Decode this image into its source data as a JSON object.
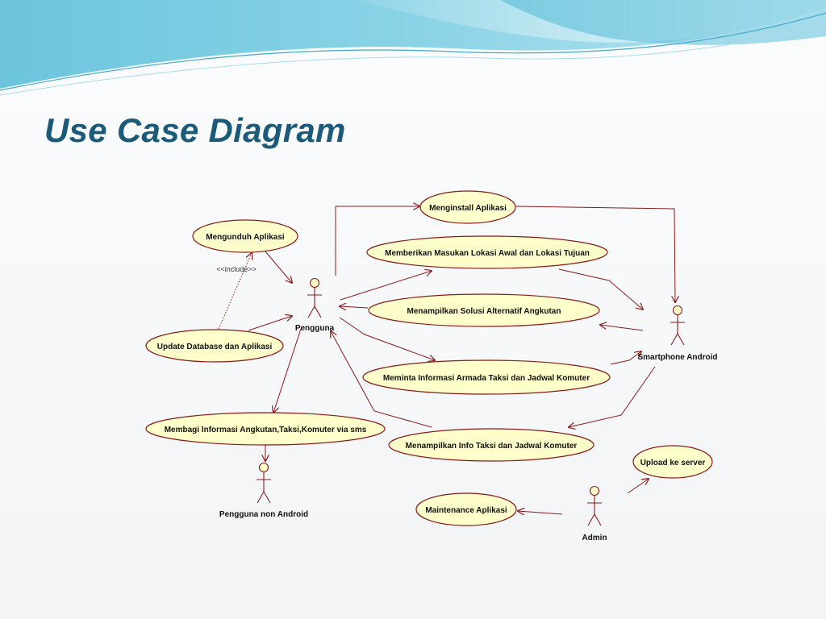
{
  "slide": {
    "title": "Use Case Diagram"
  },
  "diagram": {
    "colors": {
      "ellipse_fill": "#ffffcc",
      "stroke": "#8b1a1a",
      "title": "#1b5a78"
    },
    "actors": {
      "pengguna": "Pengguna",
      "smartphone_android": "Smartphone Android",
      "pengguna_non_android": "Pengguna non Android",
      "admin": "Admin"
    },
    "use_cases": {
      "menginstall_aplikasi": "Menginstall Aplikasi",
      "mengunduh_aplikasi": "Mengunduh Aplikasi",
      "memberikan_masukan": "Memberikan Masukan Lokasi Awal dan Lokasi Tujuan",
      "menampilkan_solusi": "Menampilkan Solusi Alternatif Angkutan",
      "update_database": "Update Database dan Aplikasi",
      "meminta_informasi": "Meminta Informasi Armada Taksi dan Jadwal Komuter",
      "membagi_informasi": "Membagi Informasi Angkutan,Taksi,Komuter via sms",
      "menampilkan_info": "Menampilkan Info Taksi dan Jadwal Komuter",
      "upload_server": "Upload ke server",
      "maintenance_aplikasi": "Maintenance Aplikasi"
    },
    "stereotypes": {
      "include": "<<include>>"
    }
  }
}
